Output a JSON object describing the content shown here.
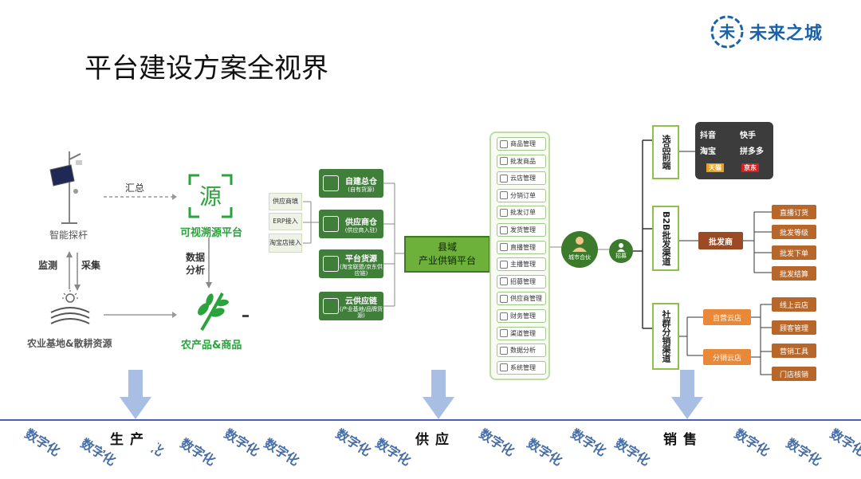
{
  "logo": {
    "mark": "未",
    "text": "未来之城"
  },
  "title": "平台建设方案全视界",
  "left": {
    "device_label": "智能探杆",
    "huizong": "汇总",
    "source_char": "源",
    "trace_platform": "可视溯源平台",
    "monitor": "监测",
    "collect": "采集",
    "data_analysis_line1": "数据",
    "data_analysis_line2": "分析",
    "base_label": "农业基地&散耕资源",
    "product_label": "农产品&商品"
  },
  "inputs": [
    "供应商填",
    "ERP接入",
    "淘宝店接入"
  ],
  "warehouses": [
    {
      "title": "自建总仓",
      "sub": "(自有货源)"
    },
    {
      "title": "供应商仓",
      "sub": "(供应商入驻)"
    },
    {
      "title": "平台货源",
      "sub": "(淘宝联盟/京东供应链)"
    },
    {
      "title": "云供应链",
      "sub": "(产业基地/品牌货源)"
    }
  ],
  "county": {
    "line1": "县域",
    "line2": "产业供销平台"
  },
  "modules": [
    "商品管理",
    "批发商品",
    "云店管理",
    "分销订单",
    "批发订单",
    "发货管理",
    "直播管理",
    "主播管理",
    "招募管理",
    "供应商管理",
    "财务管理",
    "渠道管理",
    "数据分析",
    "系统管理"
  ],
  "partner": "城市合伙",
  "recruit": "招募",
  "channels": [
    {
      "label": "选品前端"
    },
    {
      "label": "B2B批发渠道"
    },
    {
      "label": "社群分销渠道"
    }
  ],
  "platforms": [
    "抖音",
    "快手",
    "淘宝",
    "拼多多",
    "天猫",
    "京东"
  ],
  "wholesaler": "批发商",
  "wholesale_items": [
    "直播订货",
    "批发等级",
    "批发下单",
    "批发结算"
  ],
  "cloud_stores": [
    "自营云店",
    "分销云店"
  ],
  "store_items": [
    "线上云店",
    "顾客管理",
    "营销工具",
    "门店核销"
  ],
  "stages": [
    "生产",
    "供应",
    "销售"
  ],
  "watermark": "数字化",
  "colors": {
    "green": "#3f7f3a",
    "light_green": "#6db03a",
    "accent_blue": "#1a63a8",
    "orange": "#e8893a",
    "brown": "#9a4a25"
  }
}
